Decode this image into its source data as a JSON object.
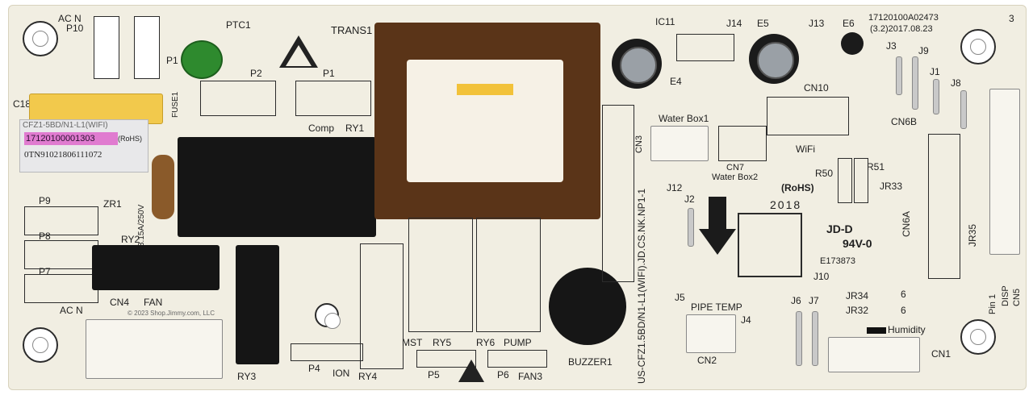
{
  "board": {
    "corner_labels": {
      "top_left": "AC N",
      "p10": "P10",
      "ptc": "PTC1",
      "p1_small": "P1",
      "bottom_left": "AC N",
      "top_right_num": "3"
    },
    "serial_top": "17120100A02473",
    "date_top": "(3.2)2017.08.23",
    "trans": "TRANS1",
    "ic": "IC11",
    "e4": "E4",
    "e5": "E5",
    "e6": "E6",
    "j13": "J13",
    "j14": "J14",
    "j3": "J3",
    "j9": "J9",
    "j1": "J1",
    "j8": "J8",
    "cn10": "CN10",
    "cn6b": "CN6B",
    "c18": "C18",
    "p2": "P2",
    "p1": "P1",
    "comp": "Comp",
    "ry1": "RY1",
    "fuse": "FUSE1",
    "fuse_rating": "3.15A/250V",
    "sticker_line1": "CFZ1-5BD/N1-L1(WIFI)",
    "sticker_pink": "17120100001303",
    "sticker_rohs": "(RoHS)",
    "sticker_line3": "0TN91021806111072",
    "p9": "P9",
    "p8": "P8",
    "p7": "P7",
    "zr1": "ZR1",
    "ry2": "RY2",
    "cn4": "CN4",
    "fan": "FAN",
    "copyright": "© 2023 Shop.Jimmy.com, LLC",
    "ry3": "RY3",
    "p4": "P4",
    "ion": "ION",
    "ry4": "RY4",
    "mst": "MST",
    "ry5": "RY5",
    "p5": "P5",
    "ry6": "RY6",
    "pump": "PUMP",
    "p6": "P6",
    "fan3": "FAN3",
    "buzzer": "BUZZER1",
    "model_vertical": "US-CFZ1.5BD/N1-L1(WIFI).JD.CS.NK.NP1-1",
    "cn3": "CN3",
    "waterbox1": "Water Box1",
    "cn7": "CN7",
    "waterbox2": "Water Box2",
    "j12": "J12",
    "j2": "J2",
    "wifi": "WiFi",
    "r50": "R50",
    "r51": "R51",
    "rohs": "(RoHS)",
    "year": "2018",
    "jr33": "JR33",
    "cn6a": "CN6A",
    "jr35": "JR35",
    "maker": "JD-D",
    "ul": "94V-0",
    "e_num": "E173873",
    "j10": "J10",
    "j5": "J5",
    "pipe_temp": "PIPE TEMP",
    "j4": "J4",
    "cn2": "CN2",
    "j6": "J6",
    "j7": "J7",
    "jr34": "JR34",
    "jr32": "JR32",
    "jr_6a": "6",
    "jr_6b": "6",
    "humidity": "Humidity",
    "cn1": "CN1",
    "pin1": "Pin 1",
    "disp": "DISP",
    "cn5": "CN5"
  },
  "colors": {
    "board": "#f1eee2",
    "relay": "#151515",
    "transformer": "#5a3418",
    "ptc": "#2e8a2e",
    "capacitor_yellow": "#f2c94c",
    "sticker_pink": "#e07bd0"
  }
}
